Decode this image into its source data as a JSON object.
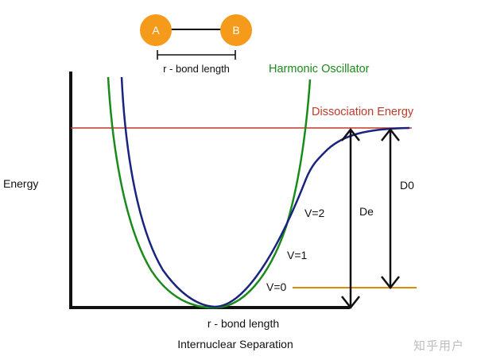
{
  "molecule": {
    "atom_a": "A",
    "atom_b": "B",
    "bond_label": "r - bond length",
    "atom_color": "#f59a1b",
    "bond_color": "#111111"
  },
  "labels": {
    "harmonic_oscillator": "Harmonic Oscillator",
    "dissociation_energy": "Dissociation Energy",
    "energy_axis": "Energy",
    "x_axis_top": "r - bond length",
    "x_axis_bottom": "Internuclear Separation",
    "v0": "V=0",
    "v1": "V=1",
    "v2": "V=2",
    "de": "De",
    "d0": "D0"
  },
  "colors": {
    "axis": "#111111",
    "morse_curve": "#1a237e",
    "harmonic_curve": "#1a8a1a",
    "dissociation_line": "#c0392b",
    "zero_point_line": "#e08a00",
    "arrows": "#111111"
  },
  "watermark": "知乎用户"
}
